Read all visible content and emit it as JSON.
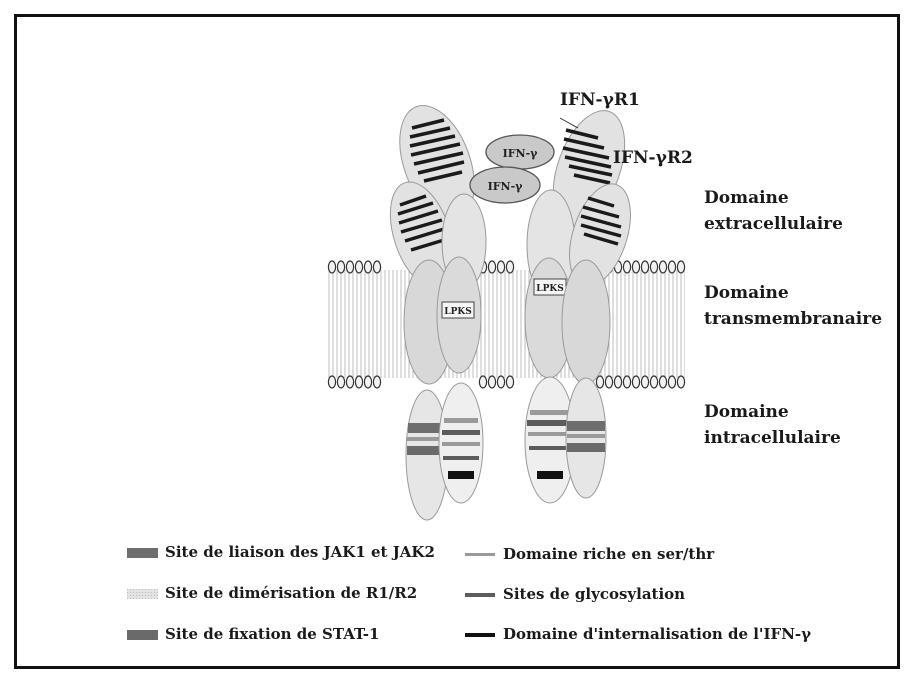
{
  "labels": {
    "r1": "IFN-γR1",
    "r2": "IFN-γR2",
    "ligand_top": "IFN-γ",
    "ligand_bottom": "IFN-γ",
    "motif_left": "LPKS",
    "motif_right": "LPKS",
    "extracellular_1": "Domaine",
    "extracellular_2": "extracellulaire",
    "transmembrane_1": "Domaine",
    "transmembrane_2": "transmembranaire",
    "intracellular_1": "Domaine",
    "intracellular_2": "intracellulaire"
  },
  "legend": {
    "jak": "Site de liaison des JAK1 et JAK2",
    "dimer": "Site de dimérisation de R1/R2",
    "stat": "Site de fixation de STAT-1",
    "serthr": "Domaine riche en ser/thr",
    "glyco": "Sites de glycosylation",
    "intern": "Domaine d'internalisation de l'IFN-γ"
  },
  "colors": {
    "jak": "#6e6e6e",
    "stat": "#6a6a6a",
    "dimer": "#e8e8e8",
    "serthr": "#9a9a9a",
    "glyco": "#5c5c5c",
    "intern": "#111111",
    "membrane_head": "#f2f2f2",
    "receptor_fill": "#dcdcdc"
  }
}
